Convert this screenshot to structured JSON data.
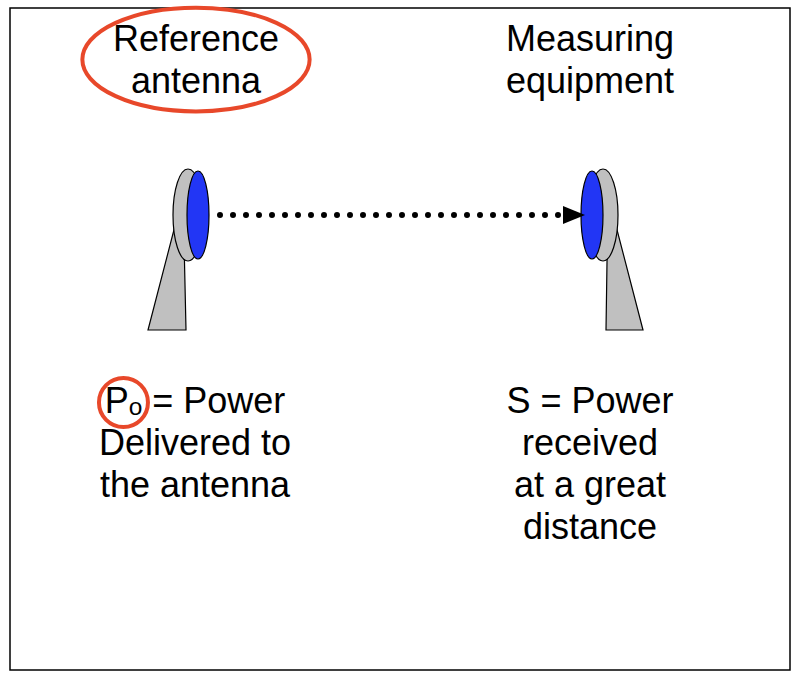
{
  "diagram": {
    "nodes": [
      {
        "text": [
          "Reference antenna",
          "Pₒ = Power Delivered to the antenna"
        ]
      },
      {
        "text": [
          "Measuring equipment",
          "S = Power received at a great distance"
        ]
      }
    ],
    "edges": [
      {
        "from": 0,
        "to": 1,
        "arrow": "to"
      }
    ]
  }
}
